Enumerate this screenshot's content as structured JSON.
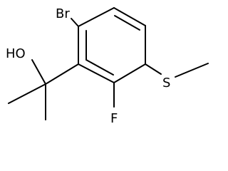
{
  "molecule": {
    "atom_labels": {
      "bromine": "Br",
      "hydroxyl": "HO",
      "sulfur": "S",
      "fluorine": "F"
    },
    "colors": {
      "bond": "#000000",
      "label": "#000000",
      "background": "#ffffff"
    }
  }
}
